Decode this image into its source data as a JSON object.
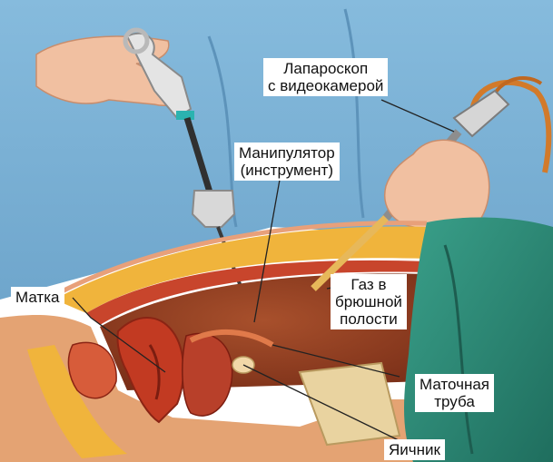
{
  "labels": {
    "laparoscope": [
      "Лапароскоп",
      "с видеокамерой"
    ],
    "manipulator": [
      "Манипулятор",
      "(инструмент)"
    ],
    "gas": [
      "Газ в",
      "брюшной",
      "полости"
    ],
    "uterus": [
      "Матка"
    ],
    "fallopian_tube": [
      "Маточная",
      "труба"
    ],
    "ovary": [
      "Яичник"
    ]
  },
  "colors": {
    "gown": "#7fb3d6",
    "skin": "#f4c4a6",
    "drape": "#2f8f7c",
    "tissue": "#c8452c",
    "fat": "#f0b43c",
    "bone": "#e9d3a0",
    "label_text": "#111111",
    "leader": "#222222"
  }
}
